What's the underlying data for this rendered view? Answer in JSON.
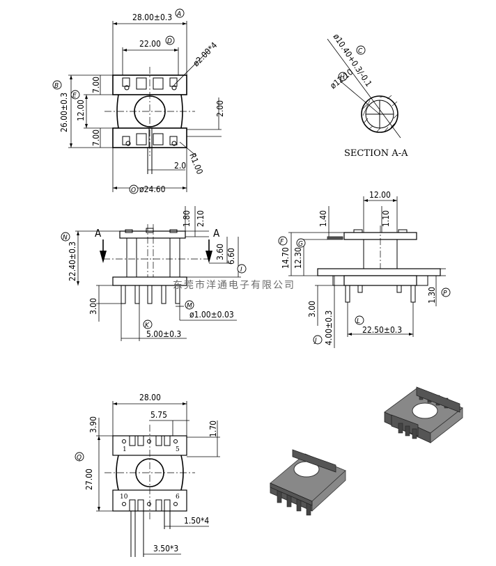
{
  "top_view": {
    "width": "28.00±0.3",
    "width_tag": "A",
    "pin_span": "22.00",
    "pin_span_tag": "D",
    "hole": "ø2.00*4",
    "height": "26.00±0.3",
    "height_tag": "B",
    "inner": "12.00",
    "inner_tag": "E",
    "flange_top": "7.00",
    "flange_bottom": "7.00",
    "slot": "2.00",
    "radius": "R1.00",
    "offset": "2.0",
    "diameter": "ø24.60",
    "diameter_tag": "O"
  },
  "section": {
    "outer": "ø10.40+0.3/-0.1",
    "outer_tag": "C",
    "inner": "ø12.10",
    "inner_tag": "H",
    "title": "SECTION A-A"
  },
  "front_view": {
    "top1": "1.80",
    "top2": "2.10",
    "arrow_left": "A",
    "arrow_right": "A",
    "total": "22.40±0.3",
    "total_tag": "N",
    "d360": "3.60",
    "d660": "6.60",
    "d660_tag": "I",
    "pin_len": "3.00",
    "pin_dia": "ø1.00±0.03",
    "pin_dia_tag": "M",
    "pitch": "5.00±0.3",
    "pitch_tag": "K"
  },
  "side_view": {
    "width": "12.00",
    "d140": "1.40",
    "d110": "1.10",
    "h1": "14.70",
    "h1_tag": "F",
    "h2": "12.30",
    "h2_tag": "G",
    "d130": "1.30",
    "d130_tag": "P",
    "d300": "3.00",
    "d400": "4.00±0.3",
    "d400_tag": "J",
    "span": "22.50±0.3",
    "span_tag": "L"
  },
  "bottom_view": {
    "width": "28.00",
    "d575": "5.75",
    "d390": "3.90",
    "d170": "1.70",
    "height": "27.00",
    "height_tag": "Q",
    "pin1": "1",
    "pin5": "5",
    "pin10": "10",
    "pin6": "6",
    "pin_w": "1.50*4",
    "pitch": "3.50*3"
  },
  "watermark": "东莞市洋通电子有限公司"
}
